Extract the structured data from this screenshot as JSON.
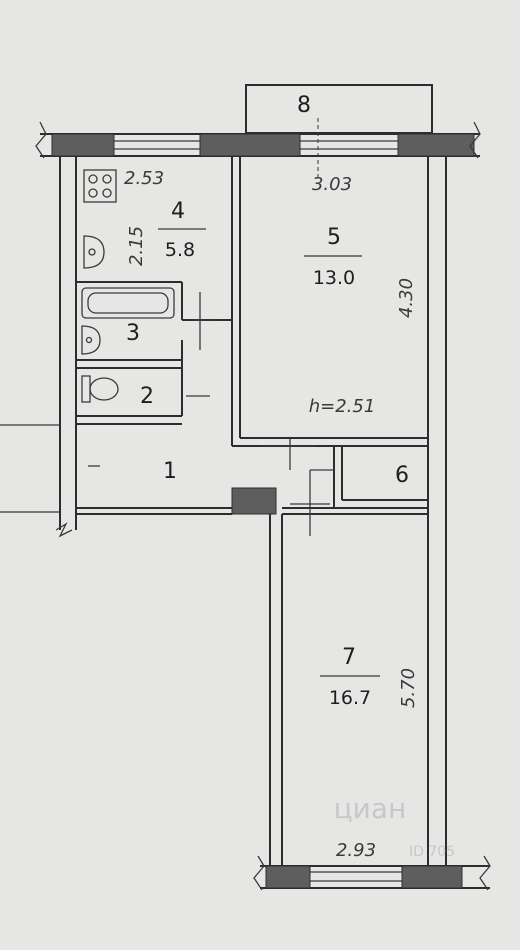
{
  "rooms": [
    {
      "id": "1",
      "number": "1",
      "area": ""
    },
    {
      "id": "2",
      "number": "2",
      "area": ""
    },
    {
      "id": "3",
      "number": "3",
      "area": ""
    },
    {
      "id": "4",
      "number": "4",
      "area": "5.8"
    },
    {
      "id": "5",
      "number": "5",
      "area": "13.0"
    },
    {
      "id": "6",
      "number": "6",
      "area": ""
    },
    {
      "id": "7",
      "number": "7",
      "area": "16.7"
    },
    {
      "id": "8",
      "number": "8",
      "area": ""
    }
  ],
  "dimensions": {
    "kitchen_width": "2.53",
    "kitchen_depth": "2.15",
    "room5_width": "3.03",
    "room5_depth": "4.30",
    "ceiling_height": "h=2.51",
    "room7_width": "2.93",
    "room7_depth": "5.70"
  },
  "watermark": {
    "brand": "циан",
    "id_text": "ID 705"
  },
  "colors": {
    "background": "#e6e6e4",
    "lines": "#2d2d2d",
    "wall_hatch": "#5e5e5e"
  }
}
